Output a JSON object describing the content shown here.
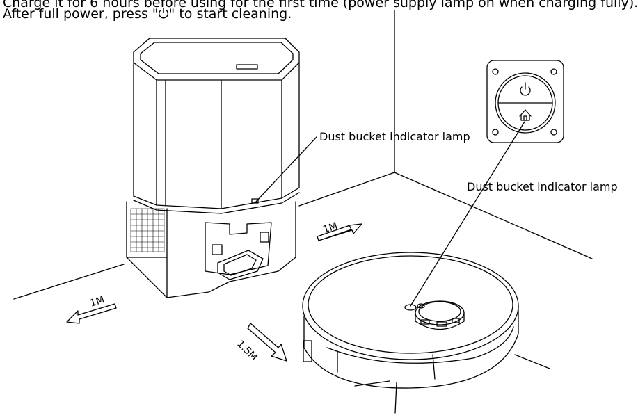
{
  "instructions": {
    "line1": "Charge it for 6 hours before using for the first time (power supply lamp on when charging fully).",
    "line2": "After full power, press \"⏻\" to start cleaning."
  },
  "callouts": {
    "dock_indicator": "Dust bucket indicator lamp",
    "robot_indicator": "Dust bucket indicator lamp"
  },
  "clearances": {
    "right": "1M",
    "left": "1M",
    "front": "1.5M"
  },
  "panel_icons": [
    "power-icon",
    "home-icon"
  ]
}
